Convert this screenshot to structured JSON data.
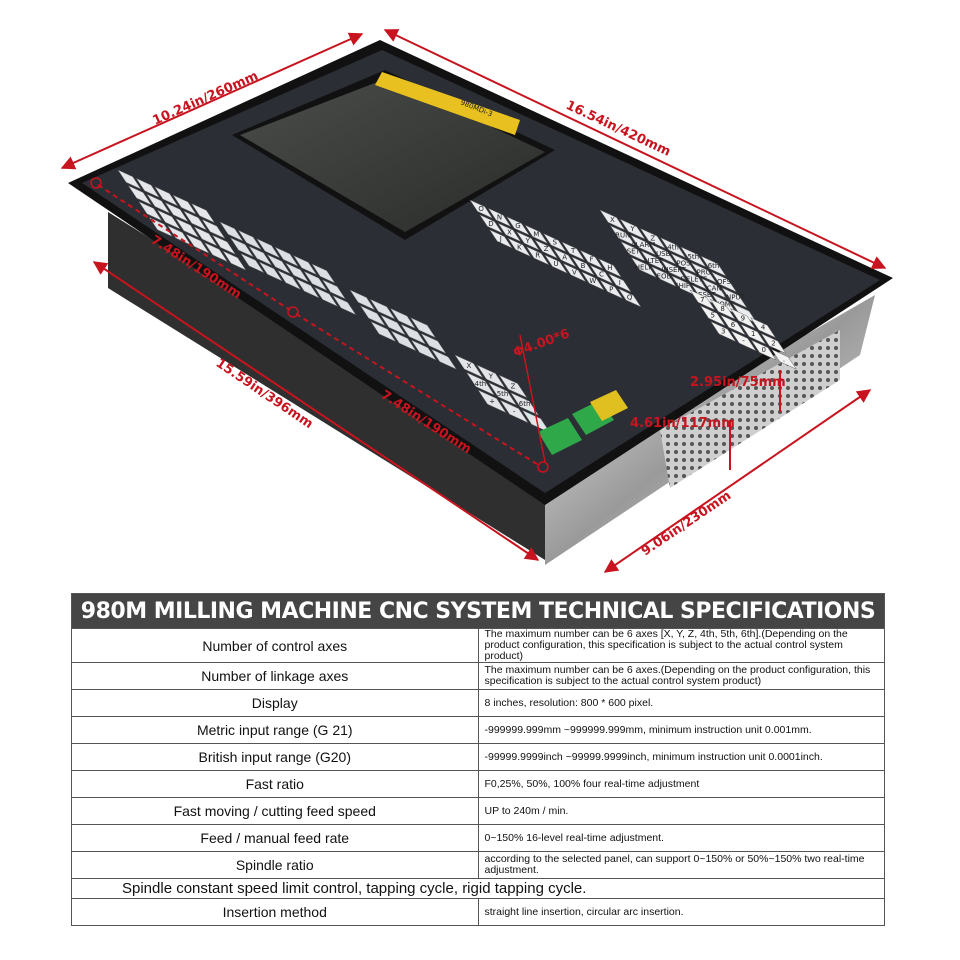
{
  "dimensions": {
    "top_left": "10.24in/260mm",
    "top_right": "16.54in/420mm",
    "left_inner": "7.48in/190mm",
    "lower_inner": "7.48in/190mm",
    "left_outer": "15.59in/396mm",
    "depth": "2.95in/75mm",
    "height": "4.61in/117mm",
    "bottom_right": "9.06in/230mm",
    "hole": "Φ4.00*6"
  },
  "panel": {
    "screen_label": "980MDi-3",
    "right_keys": [
      "X",
      "Y",
      "Z",
      "4th",
      "5th",
      "6th",
      "RUN",
      "ALARM",
      "USB",
      "POS",
      "PRG",
      "OFS",
      "SET",
      "ALTER",
      "INSERT",
      "DELETE",
      "CAN",
      "INPUT",
      "HELP",
      "EOB",
      "SHIFT",
      "RESET",
      "HOME"
    ],
    "digits": [
      "7",
      "8",
      "9",
      "4",
      "5",
      "6",
      "1",
      "2",
      "3",
      "-",
      "0",
      "."
    ],
    "letters": [
      "O",
      "N",
      "G",
      "M",
      "S",
      "T",
      "F",
      "H",
      "D",
      "X",
      "Y",
      "Z",
      "A",
      "B",
      "C",
      "I",
      "J",
      "K",
      "R",
      "U",
      "V",
      "W",
      "P",
      "Q",
      "L"
    ],
    "jog_keys": [
      "X",
      "Y",
      "Z",
      "4th",
      "5th",
      "6th",
      "+",
      "-"
    ]
  },
  "colors": {
    "dimension_red": "#c8141e",
    "table_header_bg": "#454545",
    "panel_body": "#2a2d33",
    "cycle_start": "#2fa84a",
    "feed_hold": "#e0c020"
  },
  "table": {
    "title": "980M MILLING MACHINE CNC SYSTEM TECHNICAL SPECIFICATIONS",
    "rows": [
      {
        "param": "Number of control axes",
        "value": "The maximum number can be 6 axes [X, Y, Z, 4th, 5th, 6th].(Depending on the product configuration, this specification is subject to the actual control system product)"
      },
      {
        "param": "Number of linkage axes",
        "value": "The maximum number can be 6 axes.(Depending on the product configuration, this specification is subject to the actual control system product)"
      },
      {
        "param": "Display",
        "value": "8 inches, resolution: 800 * 600 pixel."
      },
      {
        "param": "Metric input range (G 21)",
        "value": "-999999.999mm ~999999.999mm, minimum instruction unit 0.001mm."
      },
      {
        "param": "British input range (G20)",
        "value": "-99999.9999inch ~99999.9999inch, minimum instruction unit 0.0001inch."
      },
      {
        "param": "Fast ratio",
        "value": "F0,25%, 50%, 100% four real-time adjustment"
      },
      {
        "param": "Fast moving / cutting feed speed",
        "value": "UP to 240m / min."
      },
      {
        "param": "Feed / manual feed rate",
        "value": "0~150% 16-level real-time adjustment."
      },
      {
        "param": "Spindle ratio",
        "value": "according to the selected panel, can support 0~150% or 50%~150% two real-time adjustment."
      }
    ],
    "merged_row": "Spindle constant speed limit control, tapping cycle, rigid tapping cycle.",
    "last_row": {
      "param": "Insertion method",
      "value": "straight line insertion, circular arc insertion."
    }
  }
}
